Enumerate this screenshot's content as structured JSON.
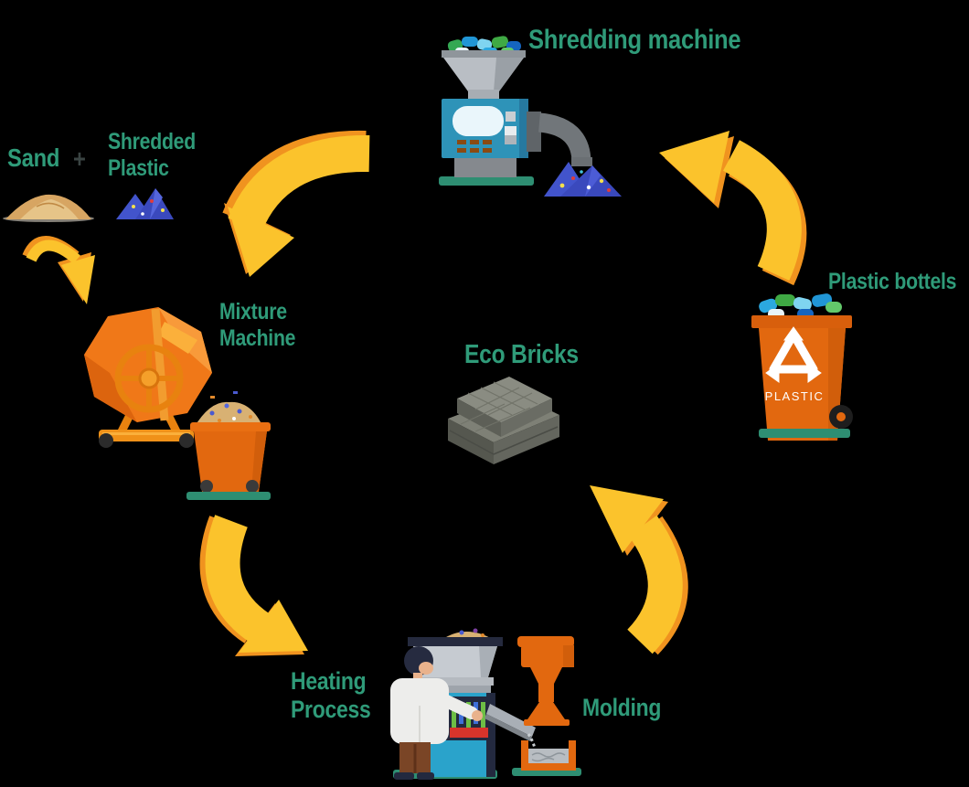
{
  "diagram_title": "",
  "labels": {
    "shredding_machine": "Shredding machine",
    "plastic_bottles": "Plastic bottels",
    "eco_bricks": "Eco Bricks",
    "sand": "Sand",
    "plus_sign": "+",
    "shredded_plastic_line1": "Shredded",
    "shredded_plastic_line2": "Plastic",
    "mixture_machine_line1": "Mixture",
    "mixture_machine_line2": "Machine",
    "heating_process_line1": "Heating",
    "heating_process_line2": "Process",
    "molding": "Molding",
    "bin_text": "PLASTIC"
  },
  "flow": [
    "Plastic bottels",
    "Shredding machine",
    "Sand + Shredded Plastic",
    "Mixture Machine",
    "Heating Process",
    "Molding",
    "Eco Bricks"
  ],
  "palette": {
    "label_green": "#2F9B79",
    "plus_dark": "#3A4443",
    "arrow_yellow": "#FBC32C",
    "arrow_orange": "#F0931F",
    "platform_green": "#2E8E72",
    "bin_orange": "#E2680F",
    "bin_orange_dark": "#D15E0B",
    "mixer_orange": "#F07818",
    "mixer_orange_dark": "#DC640E",
    "mixer_highlight": "#F89A3A",
    "shredder_teal": "#2E93B8",
    "heater_blue": "#2AA3CB",
    "navy": "#23293F",
    "plastic_blue": "#3A49BD",
    "plastic_blue_light": "#4C5CD6",
    "sand_tan": "#D7A562",
    "sand_light": "#E6C488",
    "brick_gray_top": "#7E8076",
    "brick_gray_front": "#55574F",
    "brick_gray_side": "#64665E",
    "metal_gray": "#B9BEC4",
    "metal_gray_dark": "#9AA0A6",
    "pipe_gray": "#71767A",
    "coat_white": "#EDEDEB",
    "pants_brown": "#7A4526",
    "skin": "#E9B28C",
    "display_green": "#6DBE45",
    "display_blue": "#3E6FD8",
    "display_red": "#D8342B"
  }
}
